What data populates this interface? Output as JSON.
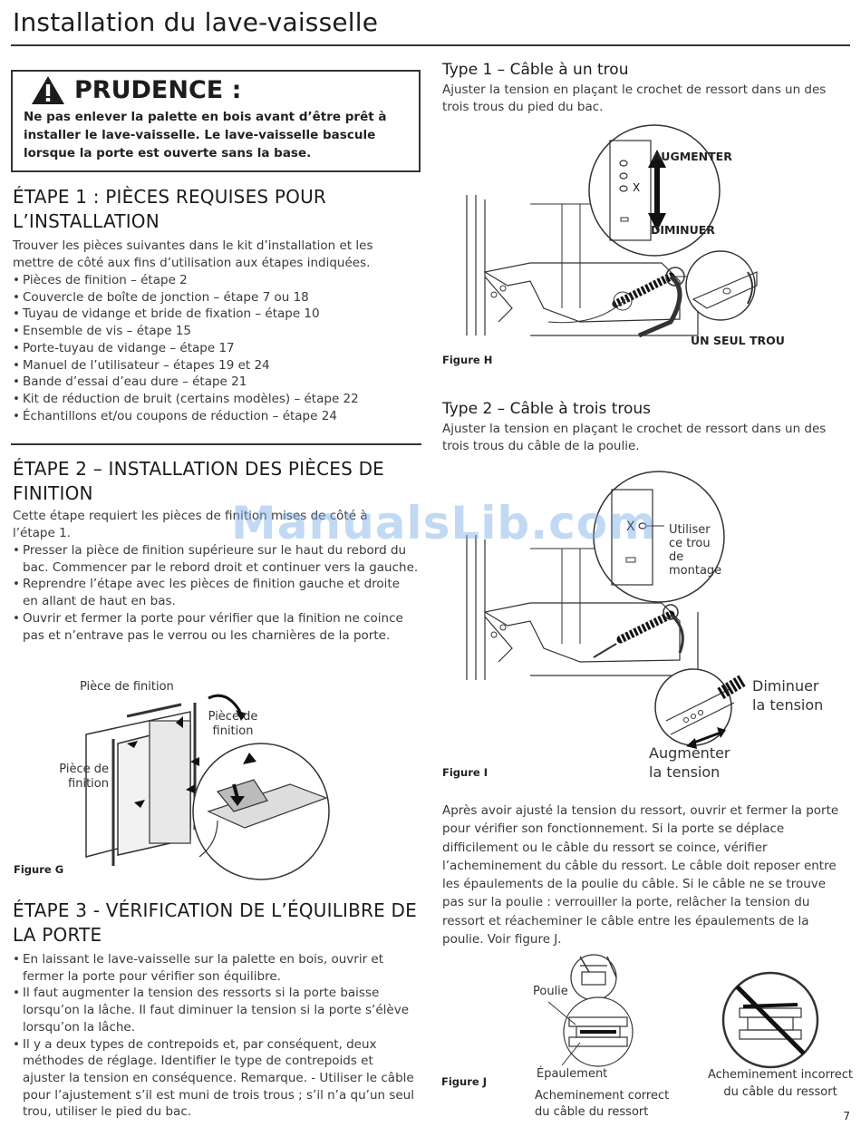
{
  "header": {
    "title": "Installation du lave-vaisselle"
  },
  "caution": {
    "word": "PRUDENCE :",
    "text": "Ne pas enlever la palette en bois avant d’être prêt à installer le lave-vaisselle. Le lave-vaisselle bascule lorsque la porte est ouverte sans la base."
  },
  "step1": {
    "title": "ÉTAPE 1 : PIÈCES REQUISES POUR L’INSTALLATION",
    "intro": "Trouver les pièces suivantes dans le kit d’installation et les mettre de côté aux fins d’utilisation aux étapes indiquées.",
    "items": [
      "Pièces de finition – étape 2",
      "Couvercle de boîte de jonction – étape 7 ou 18",
      "Tuyau de vidange et bride de fixation – étape 10",
      "Ensemble de vis – étape 15",
      "Porte-tuyau de vidange – étape 17",
      "Manuel de l’utilisateur – étapes 19 et 24",
      "Bande d’essai d’eau dure – étape 21",
      "Kit de réduction de bruit (certains modèles) – étape 22",
      "Échantillons et/ou coupons de réduction – étape 24"
    ]
  },
  "step2": {
    "title": "ÉTAPE 2 – INSTALLATION DES PIÈCES DE FINITION",
    "intro": "Cette étape requiert les pièces de finition mises de côté à l’étape 1.",
    "items": [
      "Presser la pièce de finition supérieure sur le haut du rebord du bac. Commencer par le rebord droit et continuer vers la gauche.",
      "Reprendre l’étape avec les pièces de finition gauche et droite en allant de haut en bas.",
      "Ouvrir et fermer la porte pour vérifier que la finition ne coince pas et n’entrave pas le verrou ou les charnières de la porte."
    ]
  },
  "figG": {
    "label_top": "Pièce de finition",
    "label_right": "Pièce de finition",
    "label_left": "Pièce de finition",
    "caption": "Figure G"
  },
  "step3": {
    "title": "ÉTAPE 3 - VÉRIFICATION DE L’ÉQUILIBRE DE LA PORTE",
    "items": [
      "En laissant le lave-vaisselle sur la palette en bois, ouvrir et fermer la porte pour vérifier son équilibre.",
      "Il faut augmenter la tension des ressorts si la porte baisse lorsqu’on la lâche. Il faut diminuer la tension si la porte s’élève lorsqu’on la lâche.",
      "Il y a deux types de contrepoids et, par conséquent, deux méthodes de réglage. Identifier le type de contrepoids et ajuster la tension en conséquence. Remarque. -  Utiliser le câble pour l’ajustement s’il est muni de trois trous ; s’il n’a qu’un seul trou, utiliser le pied du bac."
    ]
  },
  "type1": {
    "title": "Type 1 – Câble à un trou",
    "text": "Ajuster la tension en plaçant le crochet de ressort dans un des trois trous du pied du bac."
  },
  "figH": {
    "augmenter": "AUGMENTER",
    "diminuer": "DIMINUER",
    "un_seul_trou": "UN SEUL TROU",
    "caption": "Figure H"
  },
  "type2": {
    "title": "Type 2 – Câble à trois trous",
    "text": "Ajuster la tension en plaçant le crochet de ressort dans un des trois trous du câble de la poulie."
  },
  "figI": {
    "use_hole": "Utiliser ce trou de montage",
    "diminuer": "Diminuer la tension",
    "augmenter": "Augmenter la tension",
    "caption": "Figure I"
  },
  "after_text": "Après avoir ajusté la tension du ressort, ouvrir et fermer la porte pour vérifier son fonctionnement. Si la porte se déplace difficilement ou le câble du ressort se coince, vérifier l’acheminement du câble du ressort. Le câble doit reposer entre les épaulements de la poulie du câble. Si le câble ne se trouve pas sur la poulie : verrouiller la porte, relâcher la tension du ressort et réacheminer le câble entre les épaulements de la poulie. Voir figure J.",
  "figJ": {
    "poulie": "Poulie",
    "epaulement": "Épaulement",
    "correct": "Acheminement correct du câble du ressort",
    "incorrect": "Acheminement incorrect du câble du ressort",
    "caption": "Figure J"
  },
  "watermark": "ManualsLib.com",
  "page_number": "7"
}
